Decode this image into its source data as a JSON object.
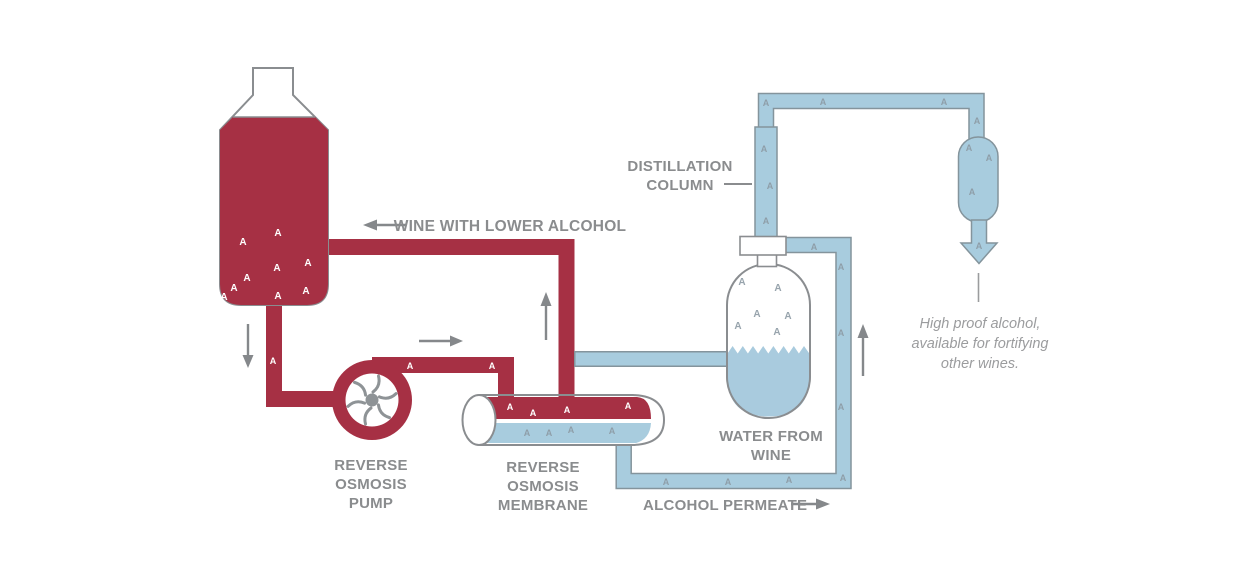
{
  "diagram": {
    "marker": "A",
    "labels": {
      "wine_return": "WINE WITH LOWER ALCOHOL",
      "distillation_column": [
        "DISTILLATION",
        "COLUMN"
      ],
      "pump": [
        "REVERSE",
        "OSMOSIS",
        "PUMP"
      ],
      "membrane": [
        "REVERSE",
        "OSMOSIS",
        "MEMBRANE"
      ],
      "water_from_wine": [
        "WATER FROM",
        "WINE"
      ],
      "alcohol_permeate": "ALCOHOL PERMEATE",
      "high_proof_note": [
        "High proof alcohol,",
        "available for fortifying",
        "other wines."
      ]
    },
    "colors": {
      "wine_red": "#A63044",
      "alcohol_blue": "#A8CCDE",
      "blue_pipe_outline": "#84949C",
      "vessel_outline": "#8A8D90",
      "label_gray": "#8A8C8E",
      "note_gray": "#9B9C9E",
      "marker_on_blue": "#8E9EA8",
      "marker_on_red": "#FFFFFF",
      "background": "#FFFFFF"
    }
  }
}
